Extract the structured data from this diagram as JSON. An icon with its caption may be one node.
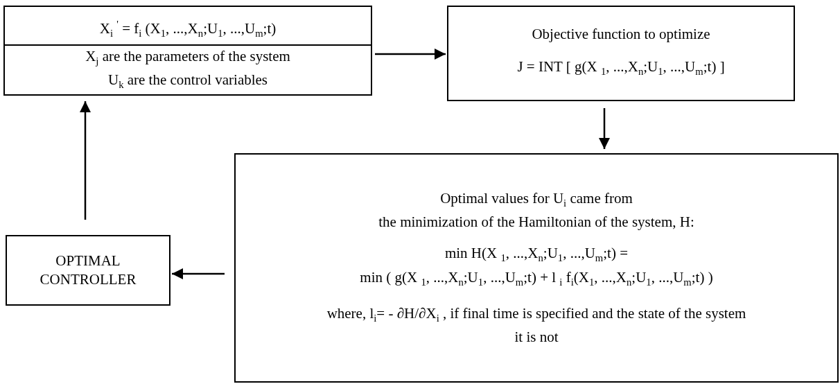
{
  "diagram": {
    "nodes": [
      {
        "text": [
          "X$_{i}$ $^{'}$ = f$_{i}$ (X$_{1}$, ...,X$_{n}$;U$_{1}$, ...,U$_{m}$;t)",
          "X$_{j}$ are the parameters of the system",
          "U$_{k}$ are the control variables"
        ]
      },
      {
        "text": [
          "Objective function to optimize",
          "J = INT [ g(X $_{1}$, ...,X$_{n}$;U$_{1}$, ...,U$_{m}$;t) ]"
        ]
      },
      {
        "text": [
          "Optimal values for U$_{i}$ came from",
          "the minimization of the Hamiltonian of the system, H:",
          "min H(X $_{1}$, ...,X$_{n}$;U$_{1}$, ...,U$_{m}$;t) =",
          "min ( g(X $_{1}$, ...,X$_{n}$;U$_{1}$, ...,U$_{m}$;t) +  l $_{i}$ f$_{i}$(X$_{1}$, ...,X$_{n}$;U$_{1}$, ...,U$_{m}$;t) )",
          "where, l$_{i}$= - ∂H/∂X$_{i}$ , if final time is specified and the state of the system it is not"
        ]
      },
      {
        "text": [
          "OPTIMAL CONTROLLER"
        ]
      }
    ],
    "edges": [
      {
        "from": 0,
        "to": 1,
        "arrow": "to"
      },
      {
        "from": 1,
        "to": 2,
        "arrow": "to"
      },
      {
        "from": 2,
        "to": 3,
        "arrow": "to"
      },
      {
        "from": 3,
        "to": 0,
        "arrow": "to"
      }
    ]
  }
}
